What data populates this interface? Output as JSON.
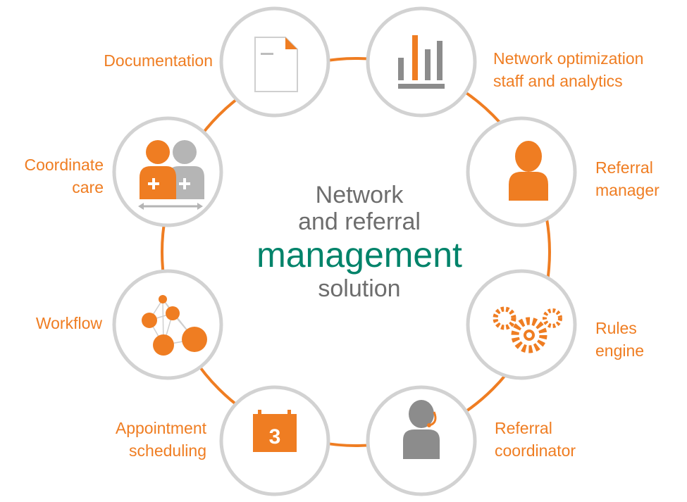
{
  "center": {
    "line1": "Network",
    "line2": "and referral",
    "line3": "management",
    "line4": "solution"
  },
  "nodes": [
    {
      "id": "documentation",
      "icon": "document-icon",
      "lines": [
        "Documentation"
      ]
    },
    {
      "id": "network-optimization",
      "icon": "bar-chart-icon",
      "lines": [
        "Network optimization",
        "staff and analytics"
      ]
    },
    {
      "id": "referral-manager",
      "icon": "person-icon",
      "lines": [
        "Referral",
        "manager"
      ]
    },
    {
      "id": "rules-engine",
      "icon": "gears-icon",
      "lines": [
        "Rules",
        "engine"
      ]
    },
    {
      "id": "referral-coordinator",
      "icon": "headset-person-icon",
      "lines": [
        "Referral",
        "coordinator"
      ]
    },
    {
      "id": "appointment-scheduling",
      "icon": "calendar-icon",
      "calendar_day": "3",
      "lines": [
        "Appointment",
        "scheduling"
      ]
    },
    {
      "id": "workflow",
      "icon": "network-graph-icon",
      "lines": [
        "Workflow"
      ]
    },
    {
      "id": "coordinate-care",
      "icon": "two-persons-icon",
      "lines": [
        "Coordinate",
        "care"
      ]
    }
  ],
  "colors": {
    "accent": "#ef7d22",
    "gray": "#8c8c8c",
    "ring": "#d2d2d2",
    "green": "#00836a",
    "text_gray": "#6d6d6d"
  }
}
